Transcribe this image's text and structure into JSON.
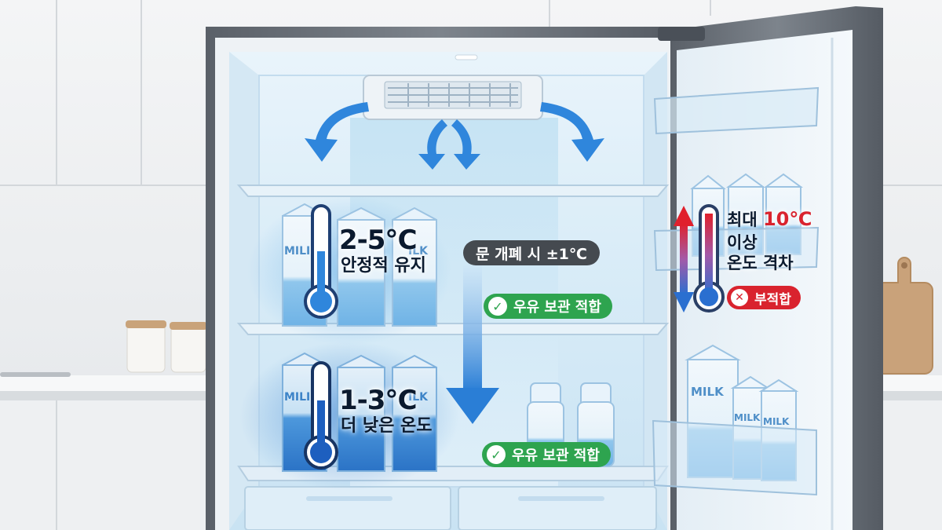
{
  "shelf_upper": {
    "temperature": "2-5℃",
    "description": "안정적 유지"
  },
  "shelf_lower": {
    "temperature": "1-3℃",
    "description": "더 낮은 온도"
  },
  "door_note": "문 개폐 시 ±1℃",
  "suitability": {
    "badge_upper": "우유 보관 적합",
    "badge_lower": "우유 보관 적합",
    "badge_door": "부적합",
    "check_symbol": "✓",
    "cross_symbol": "✕"
  },
  "door_shelf": {
    "line1_prefix": "최대",
    "line1_value": "10℃",
    "line2": "이상",
    "line3": "온도 격차"
  },
  "carton_labels": {
    "shelf_left": "MILI",
    "shelf_right": "ILK",
    "door_big": "MILK",
    "door_small": "MILK"
  },
  "colors": {
    "green_badge": "#2ea44f",
    "red_badge": "#d9232e",
    "gray_pill": "#454a50",
    "accent_blue": "#2f7fd4"
  }
}
